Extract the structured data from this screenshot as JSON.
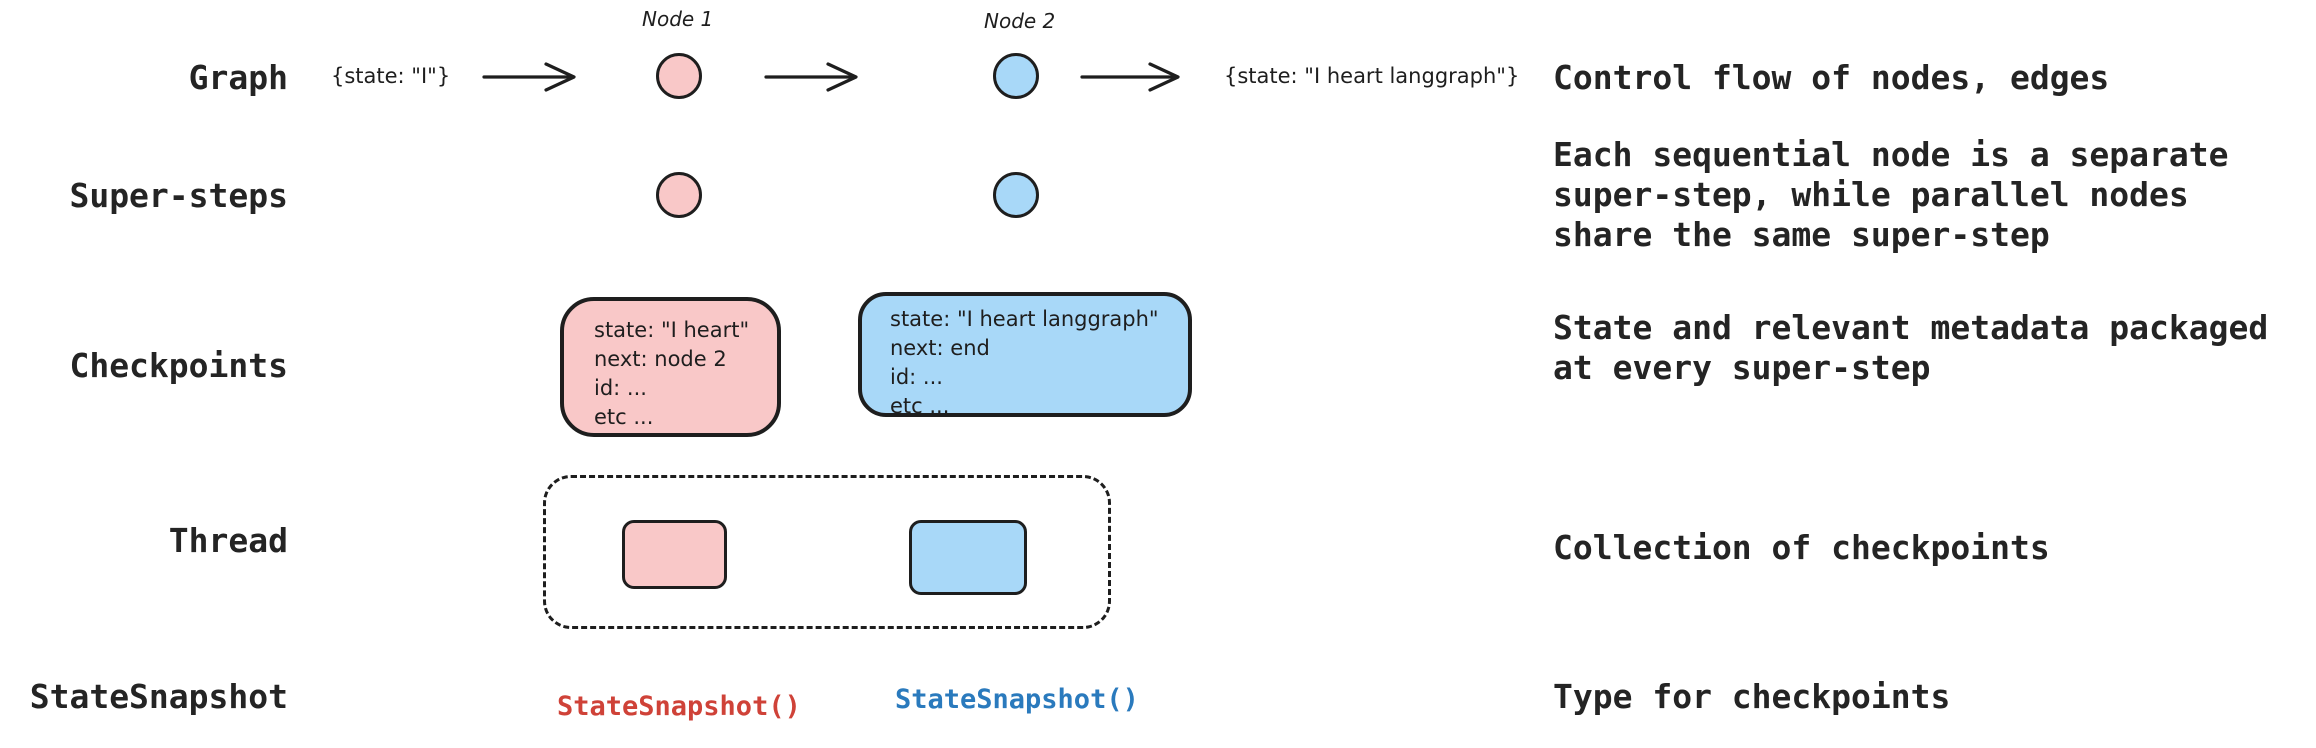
{
  "palette": {
    "ink": "#1e1e1e",
    "label_text": "#242424",
    "pink_fill": "#f9c8c8",
    "blue_fill": "#a8d8f8",
    "red_code": "#cf4238",
    "blue_code": "#2a7abd",
    "background": "#ffffff"
  },
  "icons": {
    "arrow_right_icon": "⟶"
  },
  "row_labels": {
    "graph": "Graph",
    "supersteps": "Super-steps",
    "checkpoints": "Checkpoints",
    "thread": "Thread",
    "statesnapshot": "StateSnapshot"
  },
  "graph_row": {
    "input_state": "{state: \"I\"}",
    "node1_label": "Node 1",
    "node2_label": "Node 2",
    "output_state": "{state: \"I heart langgraph\"}"
  },
  "checkpoints_row": {
    "pink_box": {
      "line1": "state: \"I heart\"",
      "line2": "next: node 2",
      "line3": "id: ...",
      "line4": "etc ..."
    },
    "blue_box": {
      "line1": "state: \"I heart langgraph\"",
      "line2": "next: end",
      "line3": "id: ...",
      "line4": "etc ..."
    }
  },
  "statesnapshot_row": {
    "pink_code": "StateSnapshot()",
    "blue_code": "StateSnapshot()"
  },
  "descriptions": {
    "graph": "Control flow of nodes, edges",
    "supersteps": "Each sequential node is a separate super-step, while parallel nodes share the same super-step",
    "checkpoints": "State and relevant metadata packaged at every super-step",
    "thread": "Collection of checkpoints",
    "statesnapshot": "Type for checkpoints"
  }
}
